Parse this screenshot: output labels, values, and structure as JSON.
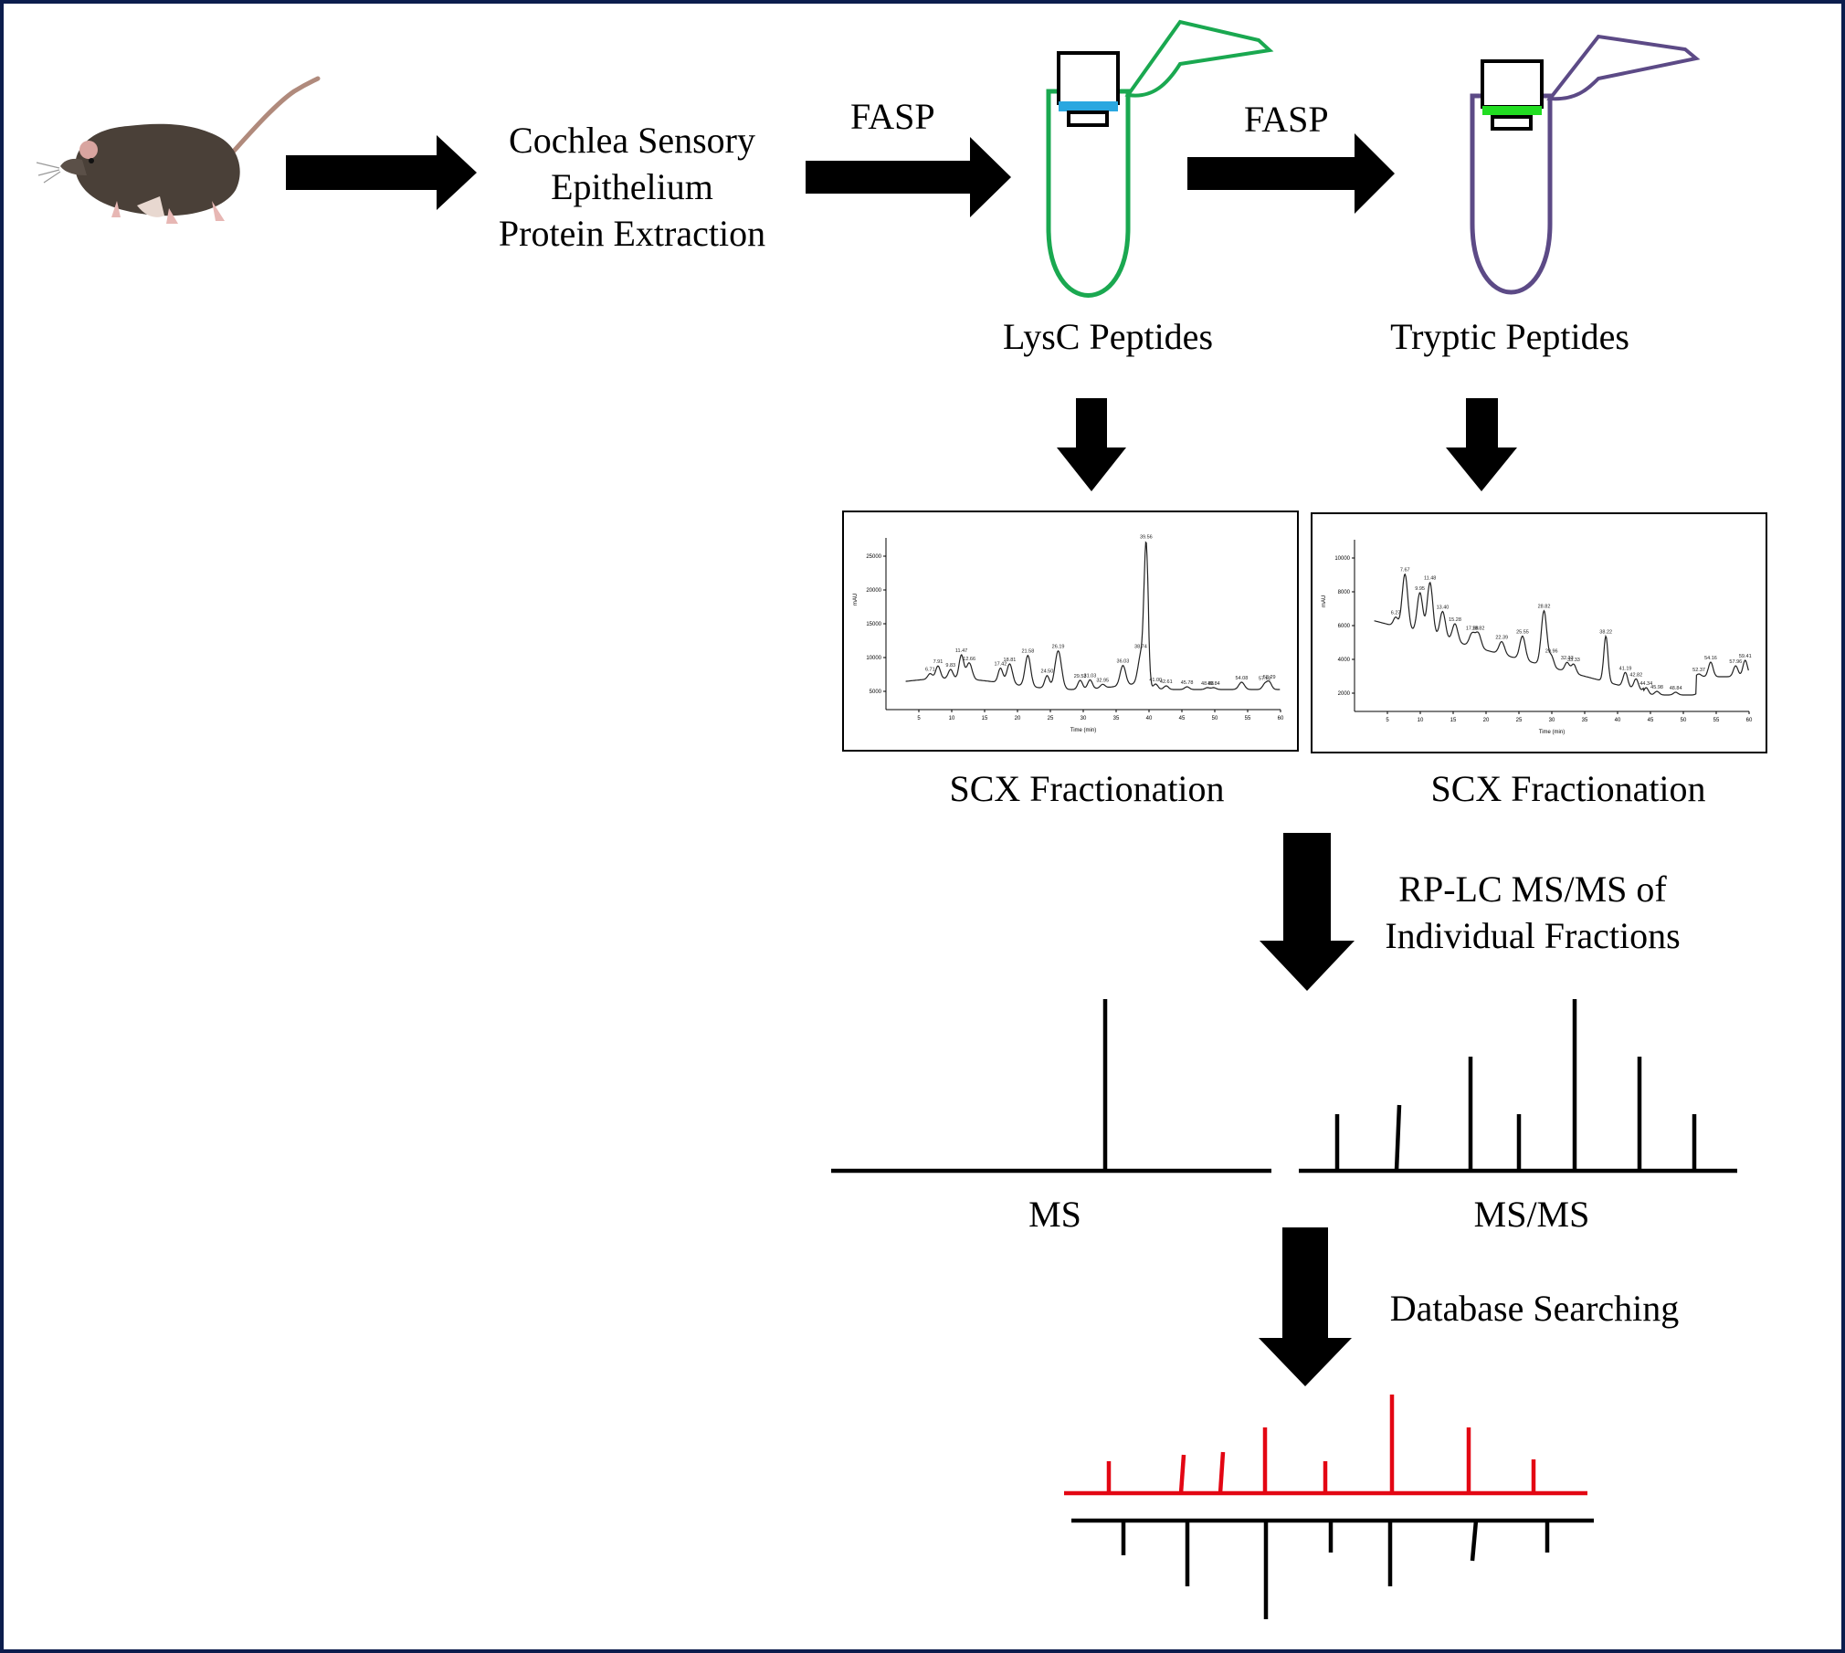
{
  "labels": {
    "extraction": [
      "Cochlea Sensory",
      "Epithelium",
      "Protein Extraction"
    ],
    "fasp_1": "FASP",
    "fasp_2": "FASP",
    "lysc_peptides": "LysC Peptides",
    "tryptic_peptides": "Tryptic Peptides",
    "scx_left": "SCX Fractionation",
    "scx_right": "SCX Fractionation",
    "rplc": [
      "RP-LC MS/MS of",
      "Individual Fractions"
    ],
    "ms": "MS",
    "msms": "MS/MS",
    "database_searching": "Database Searching"
  },
  "chromatograms": {
    "lysc": {
      "y_ticks": [
        "5000",
        "10000",
        "15000",
        "20000",
        "25000"
      ],
      "x_ticks": [
        "5",
        "10",
        "15",
        "20",
        "25",
        "30",
        "35",
        "40",
        "45",
        "50",
        "55",
        "60"
      ],
      "y_unit": "mAU",
      "x_label": "Time (min)",
      "peak_labels": [
        "6.71",
        "7.91",
        "9.83",
        "11.47",
        "12.66",
        "17.42",
        "18.81",
        "21.58",
        "24.50",
        "26.19",
        "29.53",
        "31.03",
        "32.95",
        "36.03",
        "38.74",
        "39.56",
        "41.00",
        "42.61",
        "45.78",
        "48.88",
        "49.84",
        "54.08",
        "57.62",
        "58.29"
      ]
    },
    "tryptic": {
      "y_ticks": [
        "2000",
        "4000",
        "6000",
        "8000",
        "10000"
      ],
      "x_ticks": [
        "5",
        "10",
        "15",
        "20",
        "25",
        "30",
        "35",
        "40",
        "45",
        "50",
        "55",
        "60"
      ],
      "y_unit": "mAU",
      "x_label": "Time (min)",
      "peak_labels": [
        "6.27",
        "7.67",
        "9.95",
        "11.48",
        "13.40",
        "15.28",
        "17.88",
        "18.82",
        "22.39",
        "25.55",
        "28.82",
        "29.96",
        "32.33",
        "33.33",
        "38.22",
        "41.19",
        "42.82",
        "44.34",
        "45.98",
        "48.84",
        "52.37",
        "54.16",
        "57.96",
        "59.41"
      ]
    }
  },
  "colors": {
    "frame": "#0c1d4d",
    "lysc_tube": "#1aa850",
    "lysc_filter": "#2aa7e0",
    "tryptic_tube": "#5c4a86",
    "tryptic_filter": "#22dd22",
    "match_spectrum": "#e30613"
  }
}
